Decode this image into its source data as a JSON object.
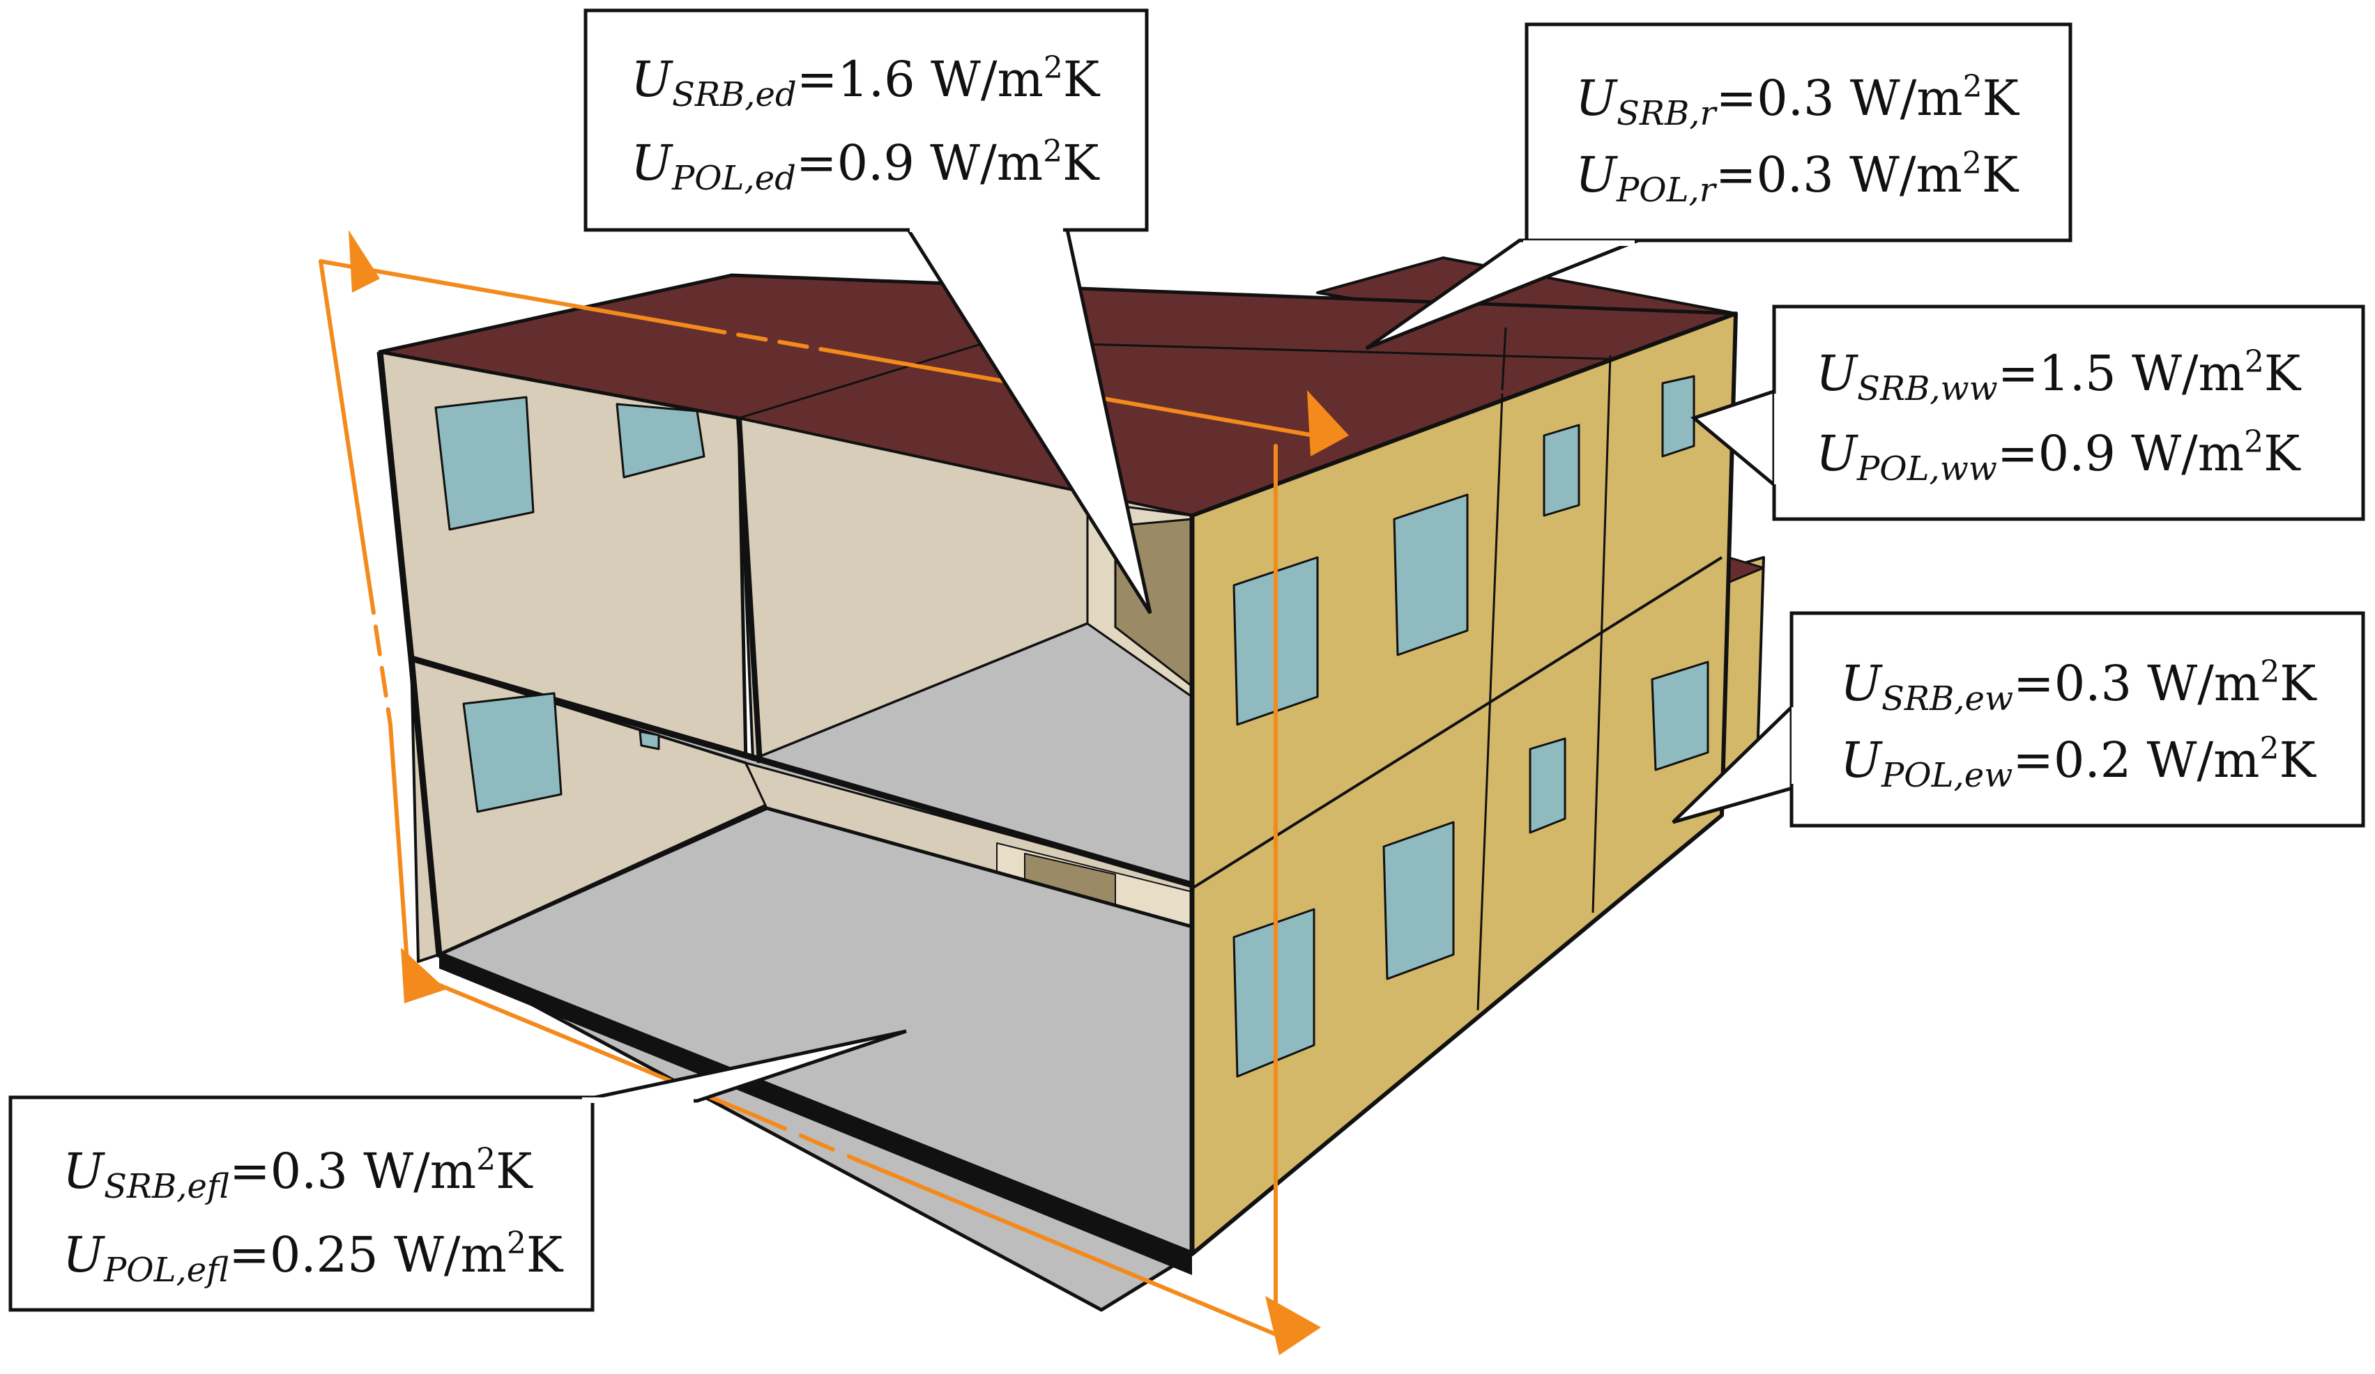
{
  "colors": {
    "roof": "#652E2E",
    "wall_exterior": "#D4B86A",
    "wall_interior": "#D7CDB8",
    "floor": "#BDBDBD",
    "window": "#8FBBC0",
    "door": "#9A8A66",
    "cut_plane": "#F38A1B",
    "outline": "#111111"
  },
  "callouts": [
    {
      "id": "ed",
      "lines": [
        {
          "symbol": "U",
          "subscript": "SRB,ed",
          "value": "=1.6",
          "unit": "W/m",
          "exp": "2",
          "tail": "K"
        },
        {
          "symbol": "U",
          "subscript": "POL,ed",
          "value": "=0.9",
          "unit": "W/m",
          "exp": "2",
          "tail": "K"
        }
      ]
    },
    {
      "id": "r",
      "lines": [
        {
          "symbol": "U",
          "subscript": "SRB,r",
          "value": "=0.3",
          "unit": "W/m",
          "exp": "2",
          "tail": "K"
        },
        {
          "symbol": "U",
          "subscript": "POL,r",
          "value": "=0.3",
          "unit": "W/m",
          "exp": "2",
          "tail": "K"
        }
      ]
    },
    {
      "id": "ww",
      "lines": [
        {
          "symbol": "U",
          "subscript": "SRB,ww",
          "value": "=1.5",
          "unit": "W/m",
          "exp": "2",
          "tail": "K"
        },
        {
          "symbol": "U",
          "subscript": "POL,ww",
          "value": "=0.9",
          "unit": "W/m",
          "exp": "2",
          "tail": "K"
        }
      ]
    },
    {
      "id": "ew",
      "lines": [
        {
          "symbol": "U",
          "subscript": "SRB,ew",
          "value": "=0.3",
          "unit": "W/m",
          "exp": "2",
          "tail": "K"
        },
        {
          "symbol": "U",
          "subscript": "POL,ew",
          "value": "=0.2",
          "unit": "W/m",
          "exp": "2",
          "tail": "K"
        }
      ]
    },
    {
      "id": "efl",
      "lines": [
        {
          "symbol": "U",
          "subscript": "SRB,efl",
          "value": "=0.3",
          "unit": "W/m",
          "exp": "2",
          "tail": "K"
        },
        {
          "symbol": "U",
          "subscript": "POL,efl",
          "value": "=0.25",
          "unit": "W/m",
          "exp": "2",
          "tail": "K"
        }
      ]
    }
  ]
}
